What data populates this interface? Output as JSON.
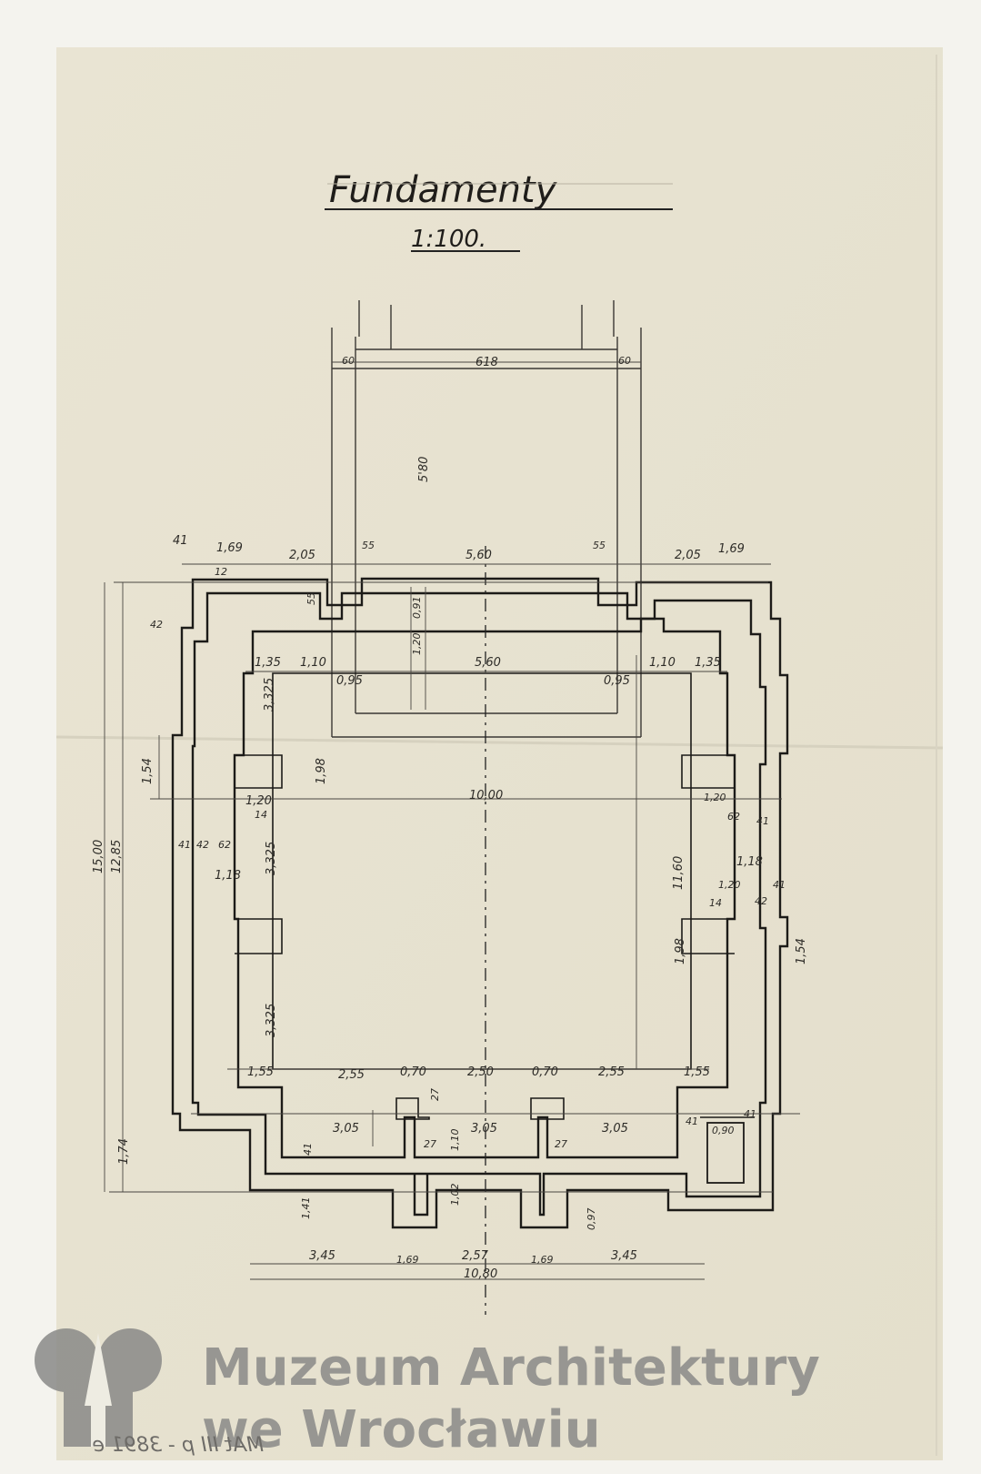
{
  "drawing": {
    "title": "Fundamenty",
    "scale": "1:100."
  },
  "dimensions": {
    "tower_wall_left": "60",
    "tower_width": "618",
    "tower_wall_right": "60",
    "tower_depth": "5'80",
    "top_41": "41",
    "top_169_left": "1,69",
    "top_205_left": "2,05",
    "top_55_left": "55",
    "top_560": "5,60",
    "top_55_right": "55",
    "top_205_right": "2,05",
    "top_169_right": "1,69",
    "left_42": "42",
    "left_12": "12",
    "left_55": "55",
    "v_091": "0,91",
    "v_120": "1,20",
    "mid_560": "5,60",
    "l_135": "1,35",
    "l_110": "1,10",
    "l_095": "0,95",
    "r_095": "0,95",
    "r_110": "1,10",
    "r_135": "1,35",
    "l_3325_top": "3,325",
    "l_154": "1,54",
    "l_198": "1,98",
    "nave_width": "10,00",
    "l_120": "1,20",
    "l_14": "14",
    "l_3325_mid": "3,325",
    "l_41_a": "41",
    "l_42_a": "42",
    "l_62_a": "62",
    "l_118": "1,18",
    "r_120_a": "1,20",
    "r_62": "62",
    "r_41": "41",
    "r_118": "1,18",
    "r_120_b": "1,20",
    "r_14": "14",
    "r_41_b": "41",
    "r_42": "42",
    "nave_length": "11,60",
    "r_198": "1,98",
    "r_154": "1,54",
    "total_1500": "15,00",
    "total_1285": "12,85",
    "l_174": "1,74",
    "l_3325_low": "3,325",
    "b_155_l": "1,55",
    "b_255_l": "2,55",
    "b_070_l": "0,70",
    "b_250": "2,50",
    "b_070_r": "0,70",
    "b_255_r": "2,55",
    "b_155_r": "1,55",
    "b_305_l": "3,05",
    "b_305_m": "3,05",
    "b_305_r": "3,05",
    "b_27_l": "27",
    "b_27_r": "27",
    "b_27_top": "27",
    "b_110": "1,10",
    "b_102": "1,02",
    "b_41_r": "41",
    "b_41_rr": "41",
    "b_090": "0,90",
    "b_41_low": "41",
    "b_141": "1,41",
    "b_097": "0,97",
    "bot_345_l": "3,45",
    "bot_169_l": "1,69",
    "bot_257": "2,57",
    "bot_169_r": "1,69",
    "bot_345_r": "3,45",
    "bot_total": "10,80"
  },
  "watermark": {
    "line1": "Muzeum Architektury",
    "line2": "we Wrocławiu"
  },
  "inventory_number": "MAt III p - 3891 e"
}
